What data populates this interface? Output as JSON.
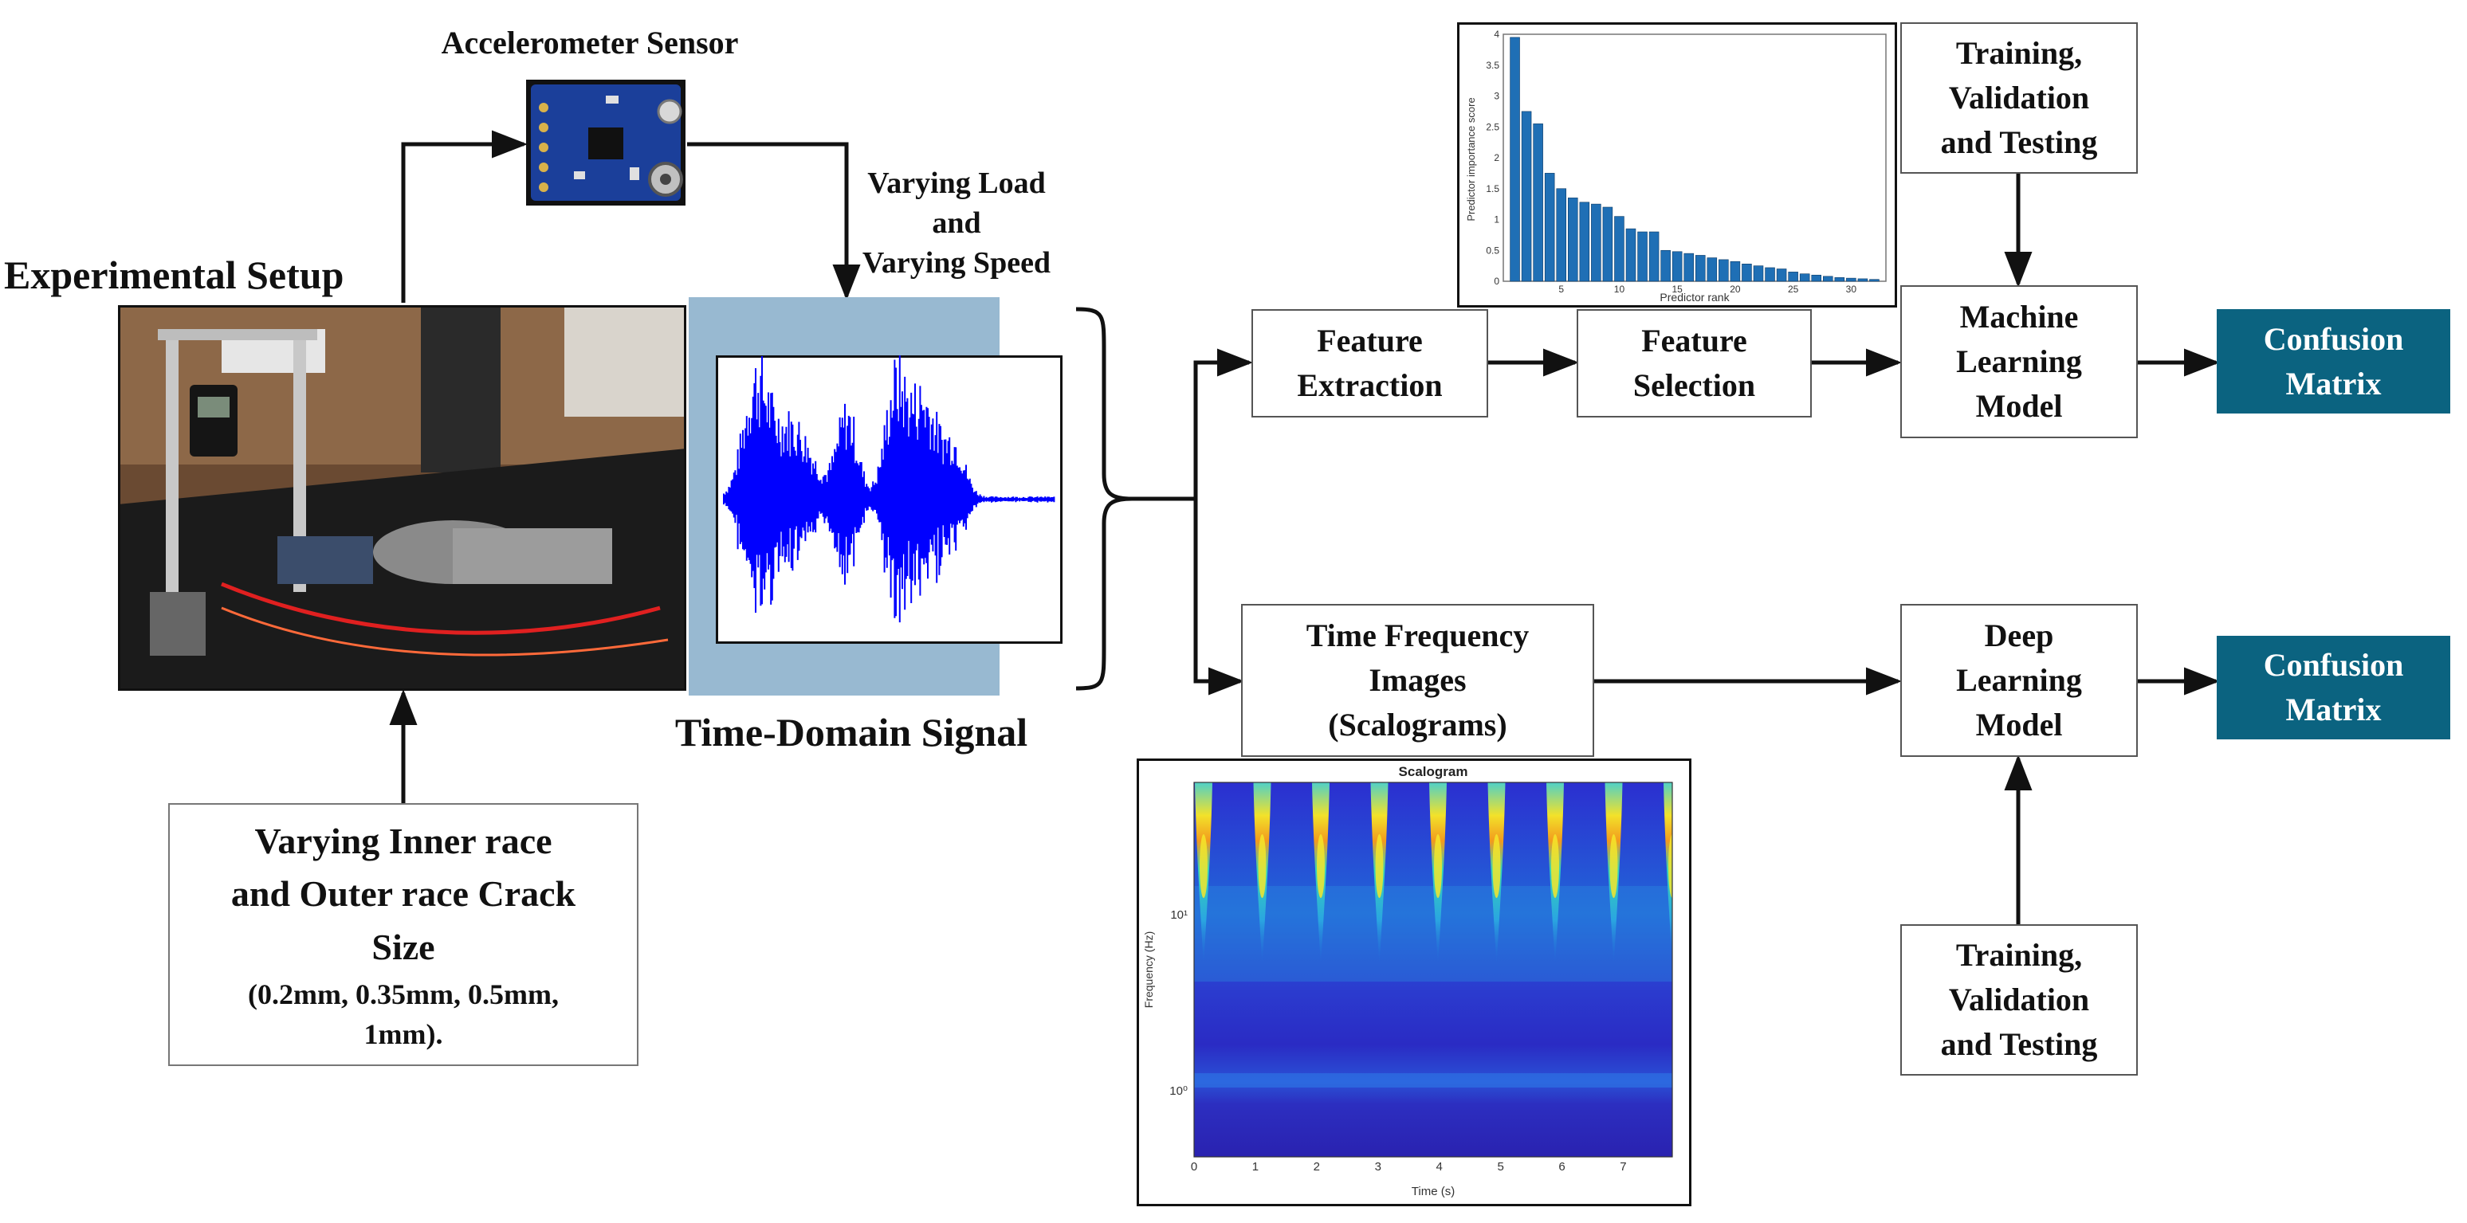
{
  "sensor_label": "Accelerometer Sensor",
  "setup_label": "Experimental Setup",
  "load_speed_label": [
    "Varying Load",
    "and",
    "Varying Speed"
  ],
  "signal_label": "Time-Domain Signal",
  "crack_box": {
    "lines": [
      "Varying Inner race",
      "and Outer race Crack",
      "Size"
    ],
    "sizes": [
      "(0.2mm, 0.35mm, 0.5mm,",
      "1mm)."
    ]
  },
  "feature_extraction": [
    "Feature",
    "Extraction"
  ],
  "feature_selection": [
    "Feature",
    "Selection"
  ],
  "ml_model": [
    "Machine",
    "Learning",
    "Model"
  ],
  "dl_model": [
    "Deep",
    "Learning",
    "Model"
  ],
  "training_top": [
    "Training,",
    "Validation",
    "and Testing"
  ],
  "training_bottom": [
    "Training,",
    "Validation",
    "and Testing"
  ],
  "tf_images": [
    "Time Frequency",
    "Images",
    "(Scalograms)"
  ],
  "confusion_top": [
    "Confusion",
    "Matrix"
  ],
  "confusion_bottom": [
    "Confusion",
    "Matrix"
  ],
  "colors": {
    "accent": "#0b6380",
    "bars": "#1f6fb5",
    "signal": "#0000ff",
    "signal_panel": "#98b9d1"
  },
  "importance_chart": {
    "ylabel": "Predictor importance score",
    "xlabel": "Predictor rank",
    "xticks": [
      "5",
      "10",
      "15",
      "20",
      "25",
      "30"
    ],
    "yticks": [
      "0",
      "0.5",
      "1",
      "1.5",
      "2",
      "2.5",
      "3",
      "3.5",
      "4"
    ]
  },
  "scalogram_chart": {
    "title": "Scalogram",
    "ylabel": "Frequency (Hz)",
    "xlabel": "Time (s)",
    "xticks": [
      "0",
      "1",
      "2",
      "3",
      "4",
      "5",
      "6",
      "7"
    ],
    "yticks": [
      "10¹",
      "10⁰"
    ]
  },
  "chart_data": {
    "type": "bar",
    "title": "",
    "xlabel": "Predictor rank",
    "ylabel": "Predictor importance score",
    "categories": [
      1,
      2,
      3,
      4,
      5,
      6,
      7,
      8,
      9,
      10,
      11,
      12,
      13,
      14,
      15,
      16,
      17,
      18,
      19,
      20,
      21,
      22,
      23,
      24,
      25,
      26,
      27,
      28,
      29,
      30,
      31,
      32
    ],
    "values": [
      3.95,
      2.75,
      2.55,
      1.75,
      1.5,
      1.35,
      1.28,
      1.25,
      1.2,
      1.05,
      0.85,
      0.8,
      0.8,
      0.5,
      0.48,
      0.45,
      0.42,
      0.38,
      0.35,
      0.32,
      0.28,
      0.25,
      0.22,
      0.2,
      0.15,
      0.12,
      0.1,
      0.08,
      0.06,
      0.05,
      0.04,
      0.03
    ],
    "ylim": [
      0,
      4
    ],
    "xlim": [
      0,
      33
    ]
  }
}
